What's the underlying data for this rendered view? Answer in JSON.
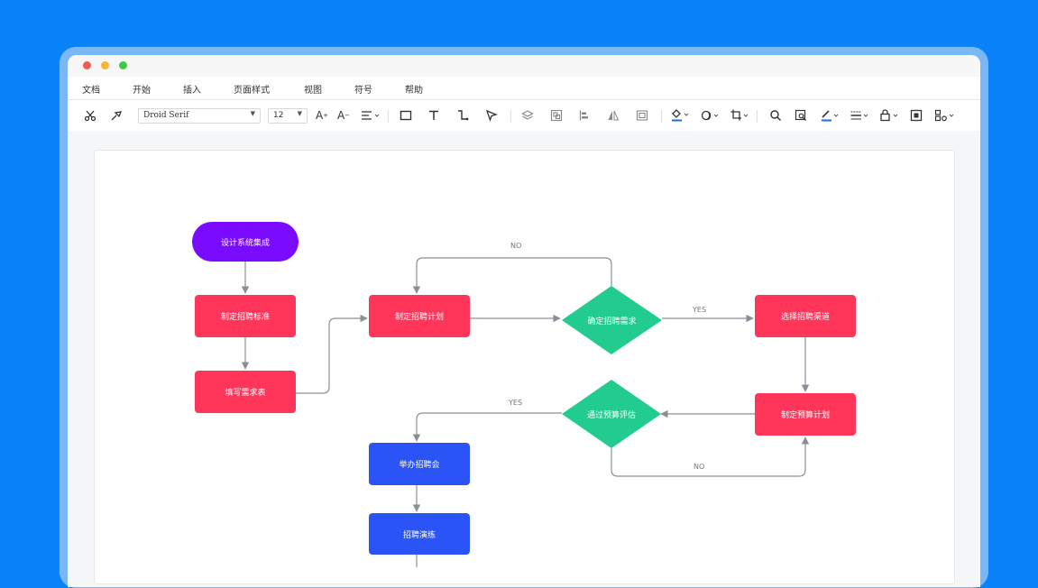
{
  "menu": [
    "文档",
    "开始",
    "插入",
    "页面样式",
    "视图",
    "符号",
    "帮助"
  ],
  "toolbar": {
    "font_family": "Droid Serif",
    "font_size": "12"
  },
  "flowchart": {
    "nodes": {
      "start": "设计系统集成",
      "standard": "制定招聘标准",
      "demand_form": "填写需求表",
      "plan": "制定招聘计划",
      "confirm": "确定招聘需求",
      "channel": "选择招聘渠道",
      "budget": "制定预算计划",
      "evaluate": "通过预算评估",
      "fair": "举办招聘会",
      "rehearsal": "招聘演练"
    },
    "edge_labels": {
      "confirm_no": "NO",
      "confirm_yes": "YES",
      "evaluate_yes": "YES",
      "evaluate_no": "NO"
    }
  },
  "colors": {
    "background": "#0a82f8",
    "start_node": "#7a0bff",
    "process_red": "#ff3559",
    "decision_green": "#22cc8e",
    "process_blue": "#2a54f5",
    "edge": "#8a8f96"
  },
  "icons": [
    "cut-icon",
    "format-painter-icon",
    "font-grow-icon",
    "font-shrink-icon",
    "align-icon",
    "rectangle-icon",
    "text-icon",
    "connector-icon",
    "pointer-icon",
    "layers-icon",
    "group-icon",
    "align-left-icon",
    "flip-icon",
    "frame-icon",
    "fill-icon",
    "shadow-icon",
    "crop-icon",
    "search-icon",
    "find-replace-icon",
    "line-color-icon",
    "line-style-icon",
    "lock-icon",
    "fit-icon",
    "more-shapes-icon"
  ]
}
